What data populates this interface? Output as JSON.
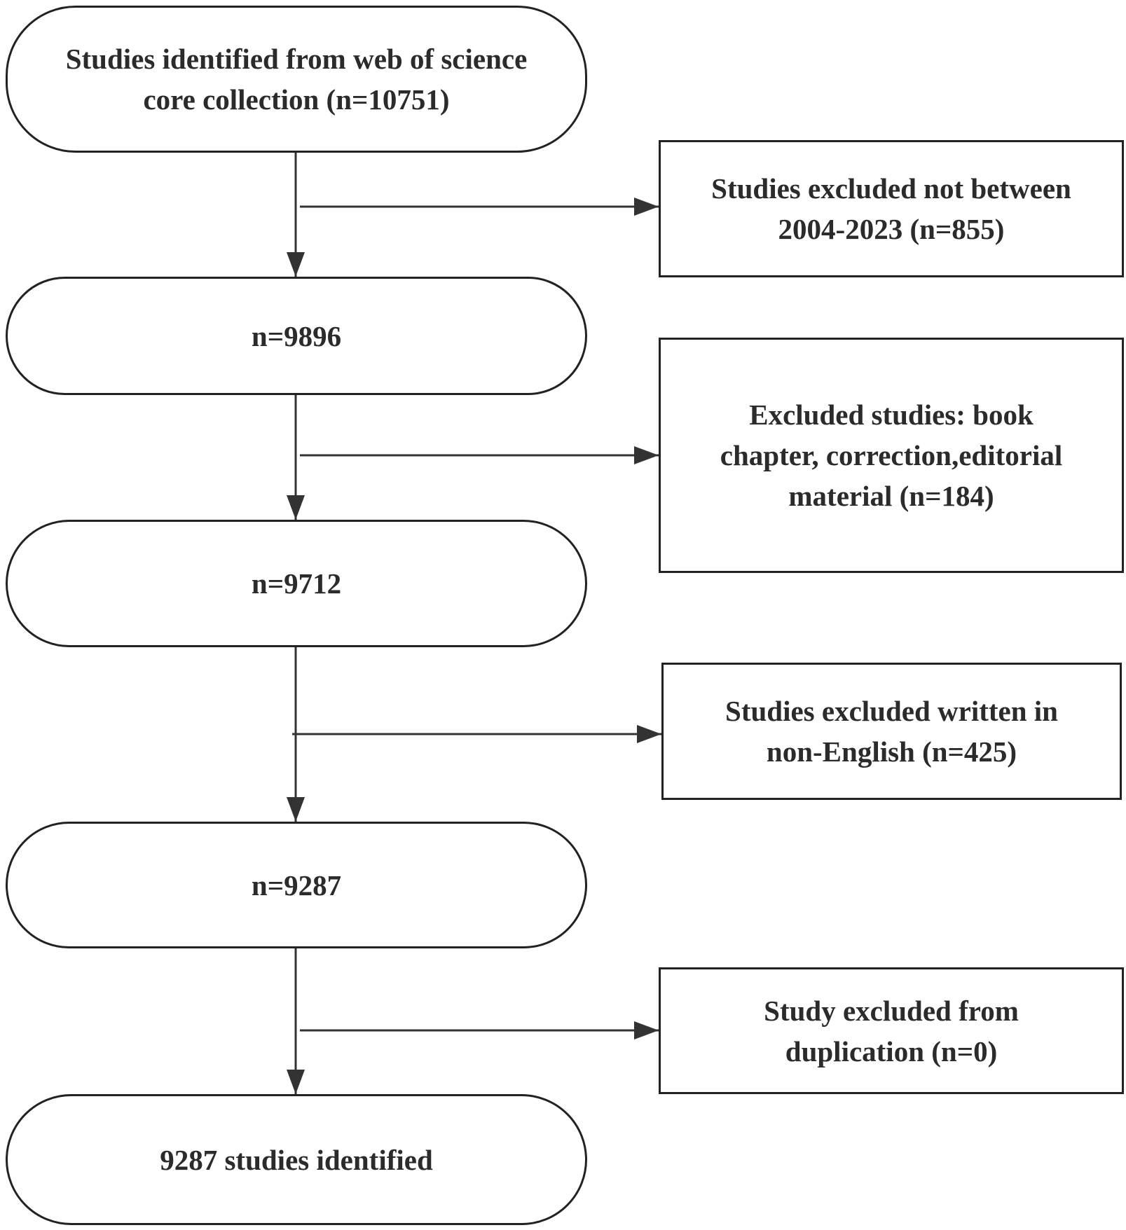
{
  "main_nodes": [
    {
      "lines": [
        "Studies identified from web of science",
        "core collection (n=10751)"
      ]
    },
    {
      "lines": [
        "n=9896"
      ]
    },
    {
      "lines": [
        "n=9712"
      ]
    },
    {
      "lines": [
        "n=9287"
      ]
    },
    {
      "lines": [
        "9287 studies identified"
      ]
    }
  ],
  "exclusion_nodes": [
    {
      "lines": [
        "Studies excluded not between",
        "2004-2023 (n=855)"
      ]
    },
    {
      "lines": [
        "Excluded studies: book",
        "chapter, correction,editorial",
        "material (n=184)"
      ]
    },
    {
      "lines": [
        "Studies excluded written in",
        "non-English (n=425)"
      ]
    },
    {
      "lines": [
        "Study excluded from",
        "duplication (n=0)"
      ]
    }
  ]
}
